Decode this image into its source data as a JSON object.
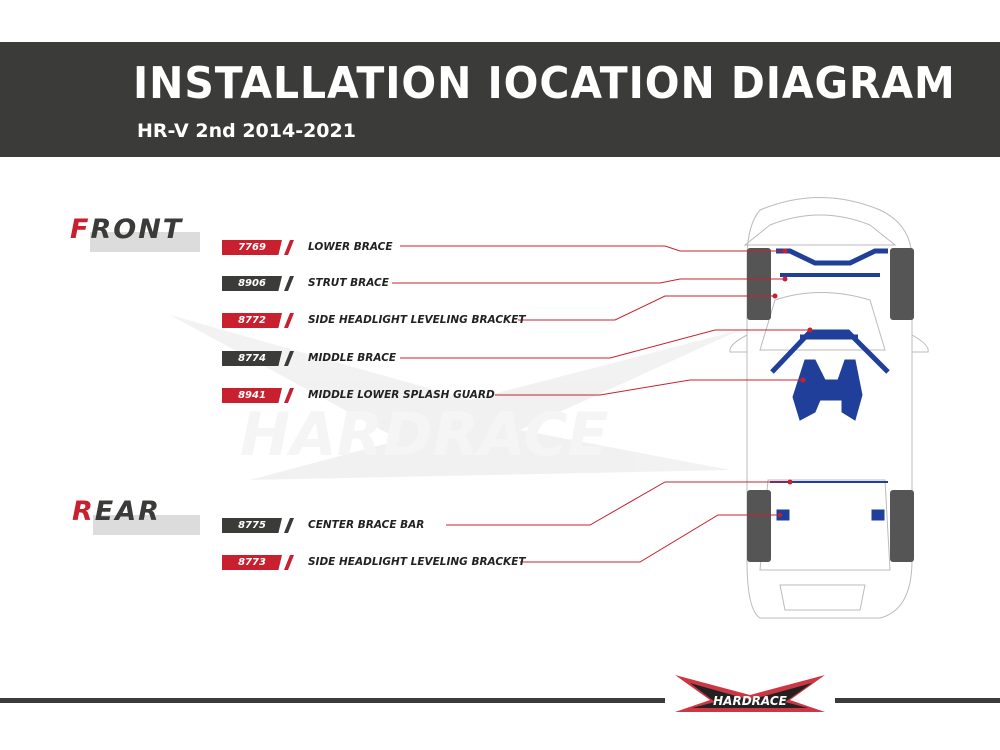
{
  "header": {
    "title": "INSTALLATION IOCATION DIAGRAM",
    "subtitle": "HR-V 2nd 2014-2021"
  },
  "sections": {
    "front": {
      "first": "F",
      "rest": "RONT"
    },
    "rear": {
      "first": "R",
      "rest": "EAR"
    }
  },
  "parts": [
    {
      "code": "7769",
      "label": "LOWER BRACE",
      "color": "#c8202f"
    },
    {
      "code": "8906",
      "label": "STRUT BRACE",
      "color": "#3b3b39"
    },
    {
      "code": "8772",
      "label": "SIDE HEADLIGHT LEVELING BRACKET",
      "color": "#c8202f"
    },
    {
      "code": "8774",
      "label": "MIDDLE BRACE",
      "color": "#3b3b39"
    },
    {
      "code": "8941",
      "label": "MIDDLE LOWER SPLASH GUARD",
      "color": "#c8202f"
    },
    {
      "code": "8775",
      "label": "CENTER BRACE BAR",
      "color": "#3b3b39"
    },
    {
      "code": "8773",
      "label": "SIDE HEADLIGHT LEVELING BRACKET",
      "color": "#c8202f"
    }
  ],
  "brand": {
    "logo_text": "HARDRACE"
  },
  "colors": {
    "accent": "#c8202f",
    "dark": "#3b3b39",
    "part_blue": "#1f3f9a"
  }
}
